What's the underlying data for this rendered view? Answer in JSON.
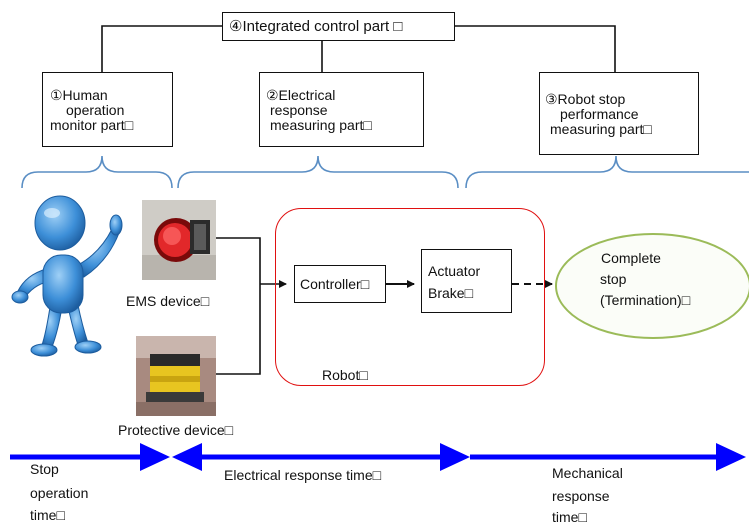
{
  "parts": {
    "integrated": "④Integrated control part □",
    "human": [
      "①Human",
      "operation",
      "monitor part□"
    ],
    "electrical": [
      "②Electrical",
      "response",
      "measuring part□"
    ],
    "robot_stop": [
      "③Robot stop",
      "performance",
      "measuring part□"
    ]
  },
  "devices": {
    "ems": "EMS device□",
    "protective": "Protective device□"
  },
  "robot": {
    "label": "Robot□",
    "controller": "Controller□",
    "actuator": [
      "Actuator",
      "Brake□"
    ]
  },
  "complete_stop": [
    "Complete",
    "stop",
    "(Termination)□"
  ],
  "timeline": {
    "stop_operation": [
      "Stop",
      "operation",
      "time□"
    ],
    "electrical": "Electrical response time□",
    "mechanical": [
      "Mechanical",
      "response",
      "time□"
    ]
  },
  "colors": {
    "arrow_blue": "#0000ff",
    "brace_blue": "#5a8ec4",
    "robot_red": "#e01010",
    "ellipse_green": "#9bbb59",
    "figure_blue": "#3d8fd8"
  },
  "icons": {
    "human": "stick-figure-person",
    "ems": "emergency-stop-button-photo",
    "protective": "laser-scanner-photo"
  }
}
